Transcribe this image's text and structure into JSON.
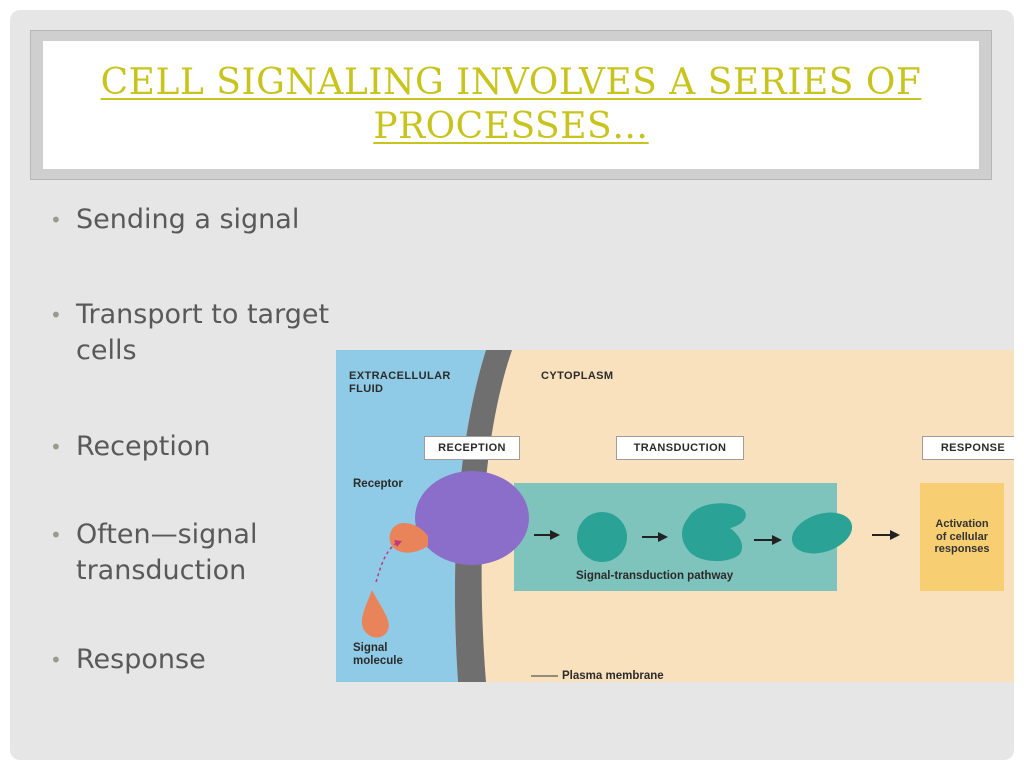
{
  "slide": {
    "title": "Cell signaling involves a series of processes…",
    "bullets": [
      "Sending a signal",
      "Transport to target cells",
      "Reception",
      "Often—signal transduction",
      "Response"
    ]
  },
  "figure": {
    "regions": {
      "extracellular": "Extracellular\nfluid",
      "cytoplasm": "Cytoplasm"
    },
    "stages": [
      "Reception",
      "Transduction",
      "Response"
    ],
    "labels": {
      "receptor": "Receptor",
      "signal_molecule": "Signal\nmolecule",
      "pathway": "Signal-transduction pathway",
      "plasma_membrane": "Plasma membrane",
      "response_box": "Activation\nof cellular\nresponses"
    }
  },
  "colors": {
    "title": "#c8c41e",
    "extracellular": "#8fcbe6",
    "cytoplasm": "#f9e1be",
    "membrane": "#6f6f6f",
    "receptor": "#8a6ec9",
    "ligand": "#e9845a",
    "relay": "#2aa396",
    "pathway_band": "#7fc3bd",
    "response": "#f7cf72"
  }
}
